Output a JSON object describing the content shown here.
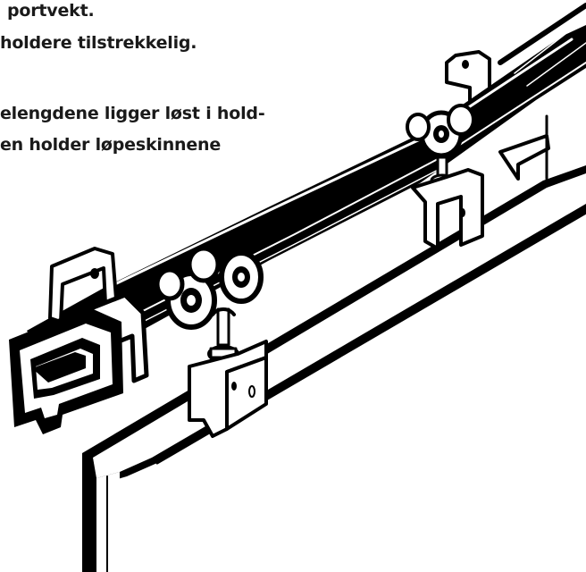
{
  "text": {
    "lines": [
      "portvekt.",
      "holdere tilstrekkelig.",
      "elengdene ligger løst i hold-",
      "en holder løpeskinnene"
    ]
  },
  "illustration": {
    "subject": "sliding door track rail with roller trolleys and mounting brackets",
    "colors": {
      "ink": "#000000",
      "paper": "#ffffff"
    }
  }
}
